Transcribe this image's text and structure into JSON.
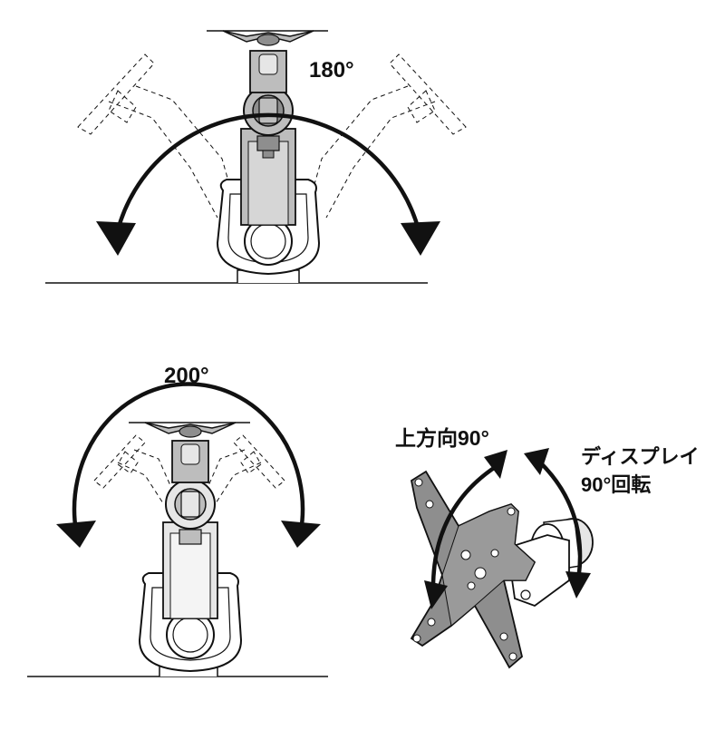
{
  "labels": {
    "rotation_top": "180°",
    "rotation_bottom": "200°",
    "tilt_up": "上方向90°",
    "display_line1": "ディスプレイ",
    "display_line2": "90°回転"
  },
  "colors": {
    "line": "#111111",
    "fill_gray": "#bdbdbd",
    "fill_dark": "#8e8e8e",
    "fill_light": "#e6e6e6"
  }
}
